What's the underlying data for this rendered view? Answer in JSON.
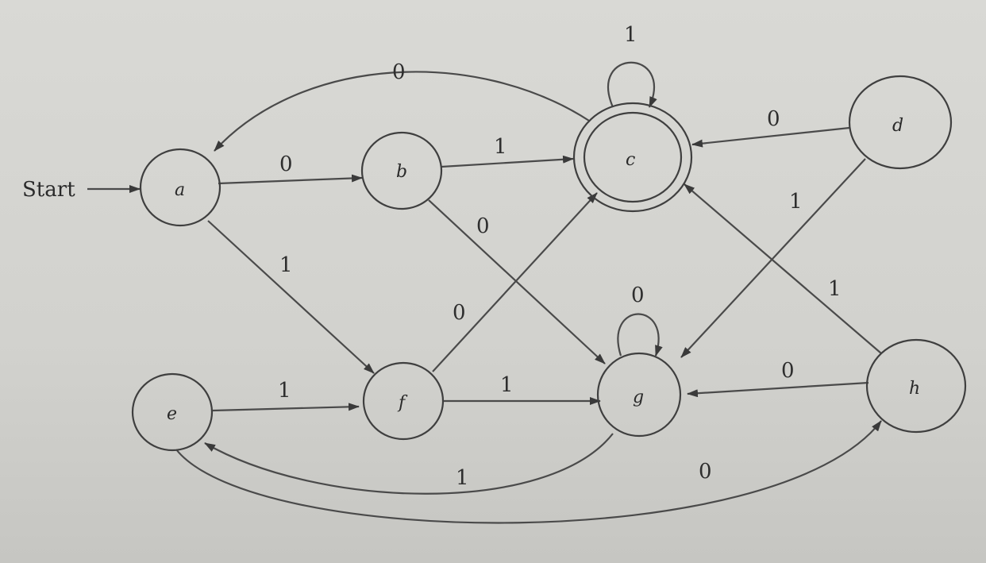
{
  "diagram": {
    "start_label": "Start",
    "states": [
      {
        "id": "a",
        "label": "a",
        "accepting": false,
        "start": true
      },
      {
        "id": "b",
        "label": "b",
        "accepting": false,
        "start": false
      },
      {
        "id": "c",
        "label": "c",
        "accepting": true,
        "start": false
      },
      {
        "id": "d",
        "label": "d",
        "accepting": false,
        "start": false
      },
      {
        "id": "e",
        "label": "e",
        "accepting": false,
        "start": false
      },
      {
        "id": "f",
        "label": "f",
        "accepting": false,
        "start": false
      },
      {
        "id": "g",
        "label": "g",
        "accepting": false,
        "start": false
      },
      {
        "id": "h",
        "label": "h",
        "accepting": false,
        "start": false
      }
    ],
    "transitions": [
      {
        "from": "a",
        "to": "b",
        "label": "0"
      },
      {
        "from": "a",
        "to": "f",
        "label": "1"
      },
      {
        "from": "b",
        "to": "c",
        "label": "1"
      },
      {
        "from": "b",
        "to": "g",
        "label": "0"
      },
      {
        "from": "c",
        "to": "a",
        "label": "0"
      },
      {
        "from": "c",
        "to": "c",
        "label": "1"
      },
      {
        "from": "d",
        "to": "c",
        "label": "0"
      },
      {
        "from": "d",
        "to": "g",
        "label": "1"
      },
      {
        "from": "e",
        "to": "f",
        "label": "1"
      },
      {
        "from": "e",
        "to": "h",
        "label": "0"
      },
      {
        "from": "f",
        "to": "c",
        "label": "0"
      },
      {
        "from": "f",
        "to": "g",
        "label": "1"
      },
      {
        "from": "g",
        "to": "g",
        "label": "0"
      },
      {
        "from": "g",
        "to": "e",
        "label": "1"
      },
      {
        "from": "h",
        "to": "g",
        "label": "0"
      },
      {
        "from": "h",
        "to": "c",
        "label": "1"
      }
    ]
  }
}
